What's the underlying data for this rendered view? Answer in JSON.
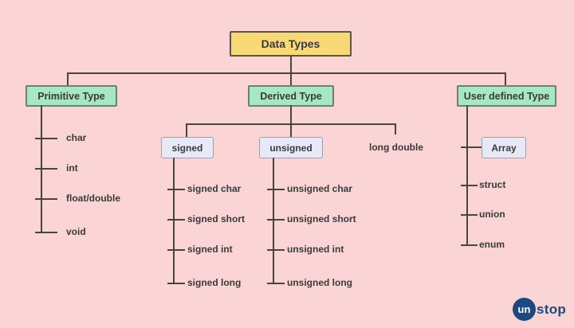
{
  "root": {
    "label": "Data Types"
  },
  "branches": {
    "primitive": {
      "label": "Primitive Type",
      "items": [
        "char",
        "int",
        "float/double",
        "void"
      ]
    },
    "derived": {
      "label": "Derived Type",
      "signed": {
        "label": "signed",
        "items": [
          "signed char",
          "signed short",
          "signed int",
          "signed long"
        ]
      },
      "unsigned": {
        "label": "unsigned",
        "items": [
          "unsigned char",
          "unsigned short",
          "unsigned int",
          "unsigned long"
        ]
      },
      "long_double": "long double"
    },
    "user_defined": {
      "label": "User defined Type",
      "array_label": "Array",
      "items": [
        "struct",
        "union",
        "enum"
      ]
    }
  },
  "logo": {
    "circle_text": "un",
    "suffix_text": "stop"
  },
  "colors": {
    "bg": "#fbd5d6",
    "root-fill": "#f9d876",
    "root-border": "#5d5442",
    "branch-fill": "#a6e7c4",
    "branch-border": "#6f7d74",
    "sub-fill": "#e8e9f8",
    "sub-border": "#99a0b8",
    "line": "#4b4242",
    "text": "#3a3a3a",
    "logo-navy": "#1c4980"
  }
}
